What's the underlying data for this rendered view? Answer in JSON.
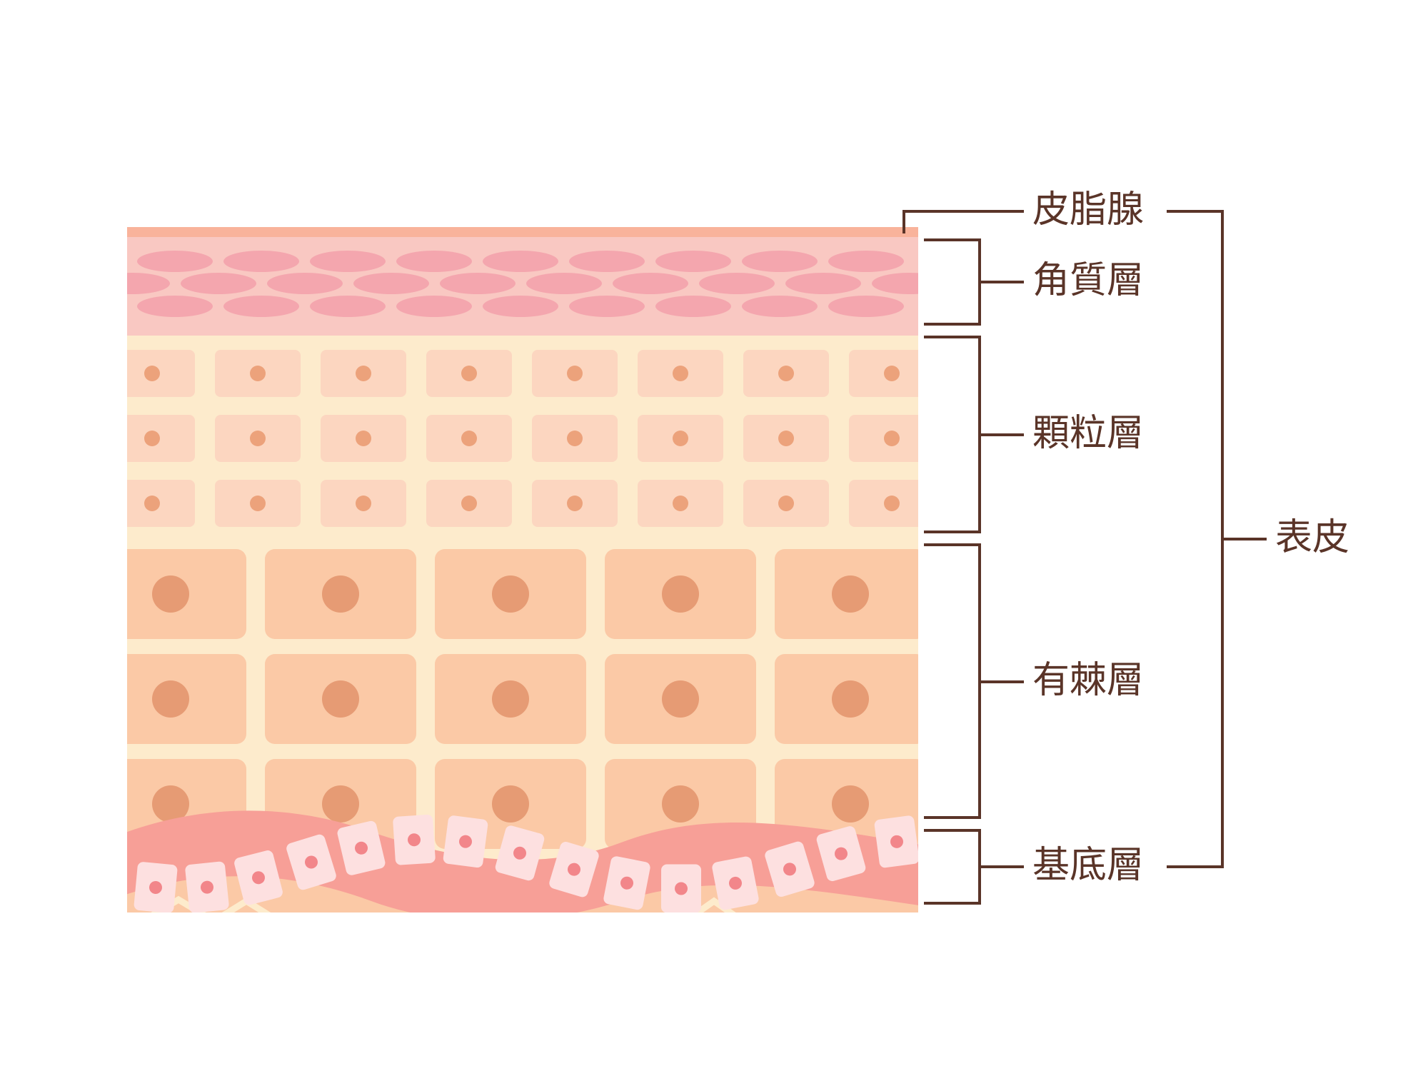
{
  "labels": {
    "sebaceous": "皮脂腺",
    "stratum_corneum": "角質層",
    "stratum_granulosum": "顆粒層",
    "stratum_spinosum": "有棘層",
    "stratum_basale": "基底層",
    "epidermis": "表皮"
  },
  "colors": {
    "line": "#5a3428",
    "sebum_strip": "#f9b39b",
    "corneum_bg": "#f9c8c2",
    "corneum_cell": "#f4a6ae",
    "granular_bg": "#fdebcc",
    "granular_cell": "#fcd6c0",
    "granular_nucleus": "#eca27b",
    "spinous_cell": "#fbc9a6",
    "spinous_nucleus": "#e69b74",
    "basal_band": "#f79f97",
    "basal_cell": "#fde0e0",
    "basal_nucleus": "#f2868a",
    "dermis": "#fbc9a6"
  }
}
